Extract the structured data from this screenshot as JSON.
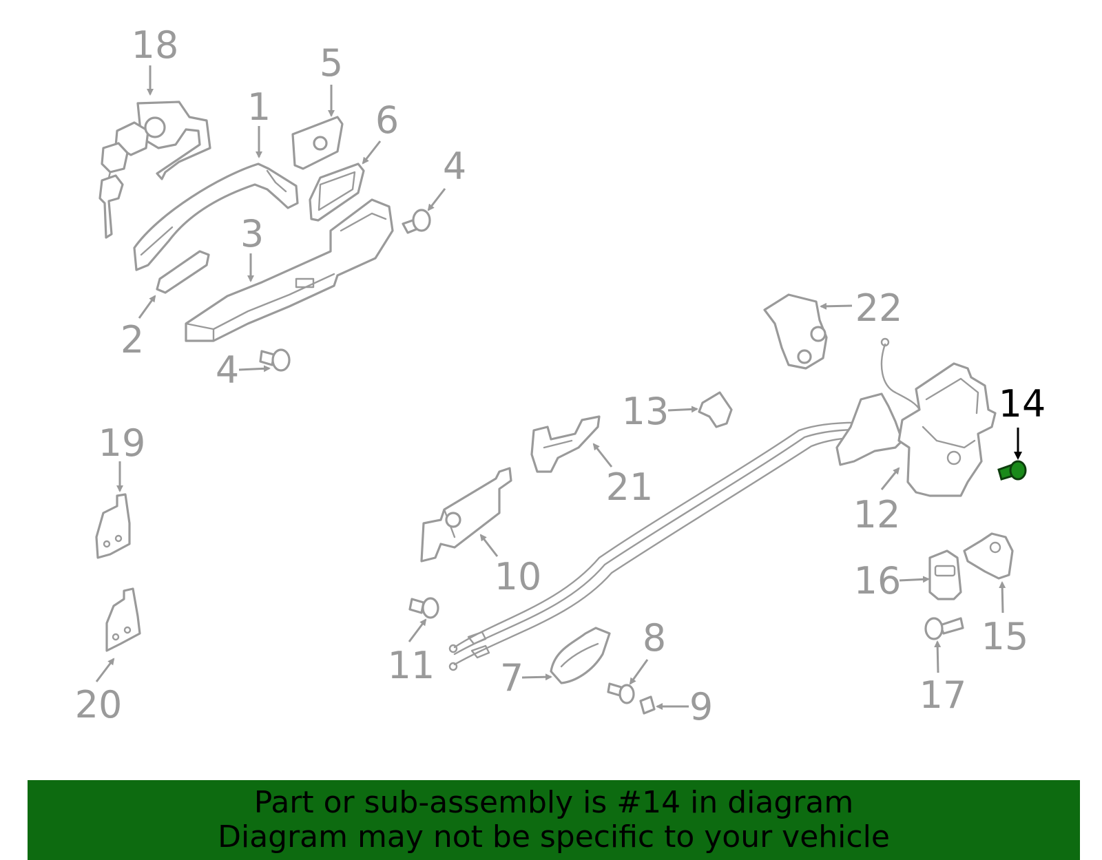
{
  "diagram": {
    "highlighted_part": "14",
    "highlight_color": "#1a8a1a",
    "callouts": {
      "c1": "1",
      "c2": "2",
      "c3": "3",
      "c4a": "4",
      "c4b": "4",
      "c5": "5",
      "c6": "6",
      "c7": "7",
      "c8": "8",
      "c9": "9",
      "c10": "10",
      "c11": "11",
      "c12": "12",
      "c13": "13",
      "c14": "14",
      "c15": "15",
      "c16": "16",
      "c17": "17",
      "c18": "18",
      "c19": "19",
      "c20": "20",
      "c21": "21",
      "c22": "22"
    }
  },
  "banner": {
    "background": "#0d6b10",
    "line1": "Part or sub-assembly is #14 in diagram",
    "line2": "Diagram may not be specific to your vehicle"
  }
}
